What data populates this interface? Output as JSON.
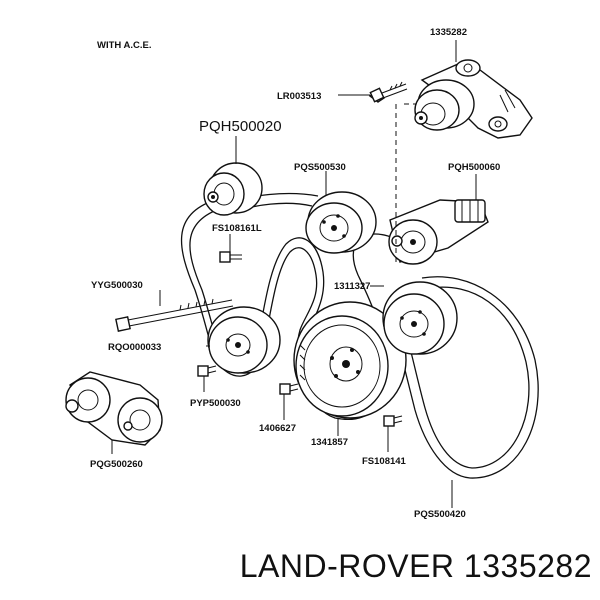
{
  "note": "WITH A.C.E.",
  "labels": {
    "p1335282": "1335282",
    "lr003513": "LR003513",
    "pqh500020": "PQH500020",
    "pqs500530": "PQS500530",
    "pqh500060": "PQH500060",
    "fs108161l": "FS108161L",
    "yyg500030": "YYG500030",
    "p1311327": "1311327",
    "rqo000033": "RQO000033",
    "pyp500030": "PYP500030",
    "pqg500260": "PQG500260",
    "p1406627": "1406627",
    "p1341857": "1341857",
    "fs108141": "FS108141",
    "pqs500420": "PQS500420"
  },
  "footer": "LAND-ROVER 1335282"
}
